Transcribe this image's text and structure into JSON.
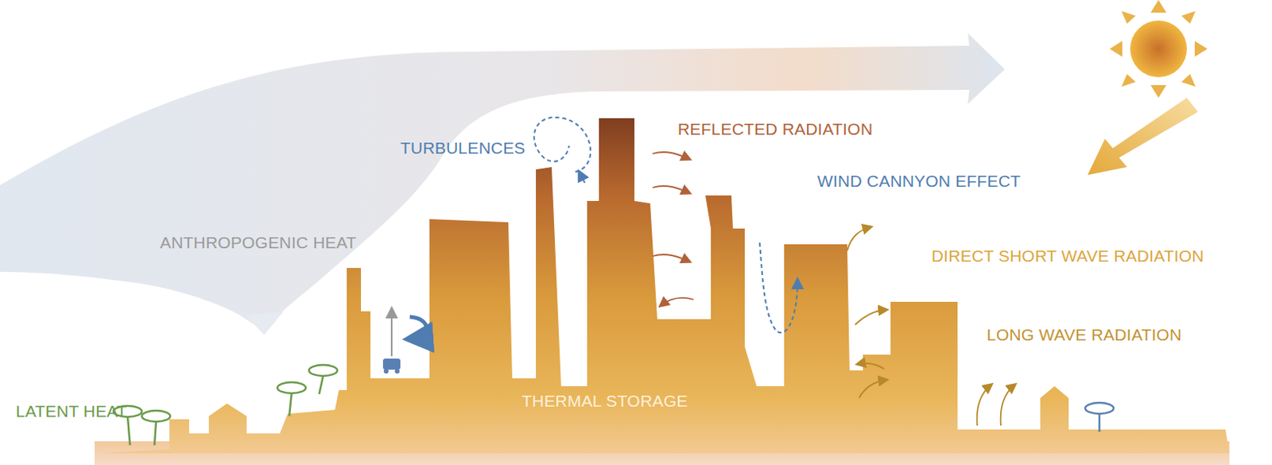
{
  "diagram": {
    "labels": [
      "TURBULENCES",
      "REFLECTED RADIATION",
      "WIND CANNYON EFFECT",
      "ANTHROPOGENIC HEAT",
      "DIRECT SHORT WAVE RADIATION",
      "LONG WAVE RADIATION",
      "LATENT HEAT",
      "THERMAL STORAGE"
    ]
  }
}
